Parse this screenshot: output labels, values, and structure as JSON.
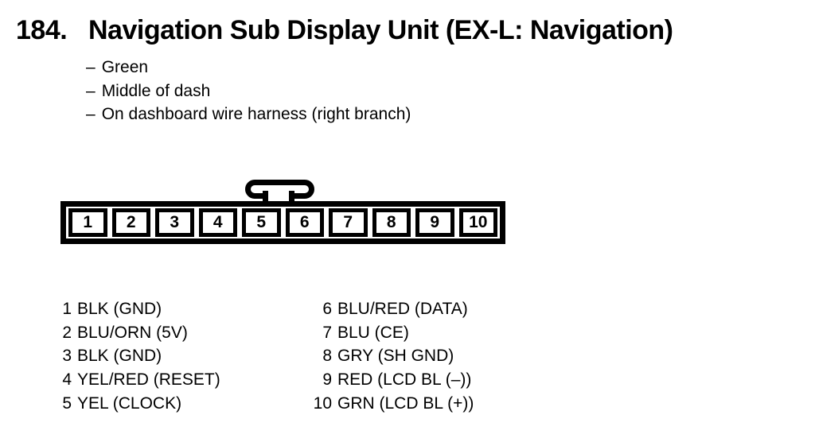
{
  "heading": {
    "number": "184.",
    "title": "Navigation Sub Display Unit (EX-L: Navigation)"
  },
  "notes": {
    "dash": "–",
    "items": [
      "Green",
      "Middle of dash",
      "On dashboard wire harness (right branch)"
    ]
  },
  "connector": {
    "pins": [
      "1",
      "2",
      "3",
      "4",
      "5",
      "6",
      "7",
      "8",
      "9",
      "10"
    ]
  },
  "pin_list": {
    "left": [
      {
        "pin": "1",
        "label": "BLK (GND)"
      },
      {
        "pin": "2",
        "label": "BLU/ORN (5V)"
      },
      {
        "pin": "3",
        "label": "BLK (GND)"
      },
      {
        "pin": "4",
        "label": "YEL/RED (RESET)"
      },
      {
        "pin": "5",
        "label": "YEL (CLOCK)"
      }
    ],
    "right": [
      {
        "pin": "6",
        "label": "BLU/RED (DATA)"
      },
      {
        "pin": "7",
        "label": "BLU (CE)"
      },
      {
        "pin": "8",
        "label": "GRY (SH GND)"
      },
      {
        "pin": "9",
        "label": "RED (LCD BL (–))"
      },
      {
        "pin": "10",
        "label": "GRN (LCD BL (+))"
      }
    ]
  },
  "colors": {
    "ink": "#000000",
    "paper": "#ffffff"
  }
}
